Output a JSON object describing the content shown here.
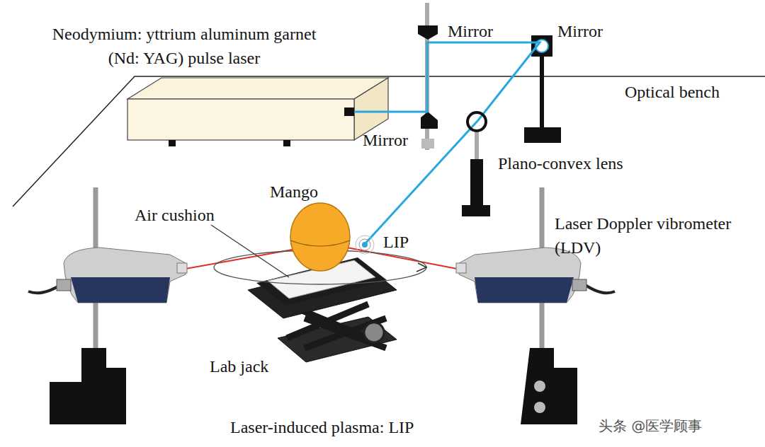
{
  "diagram": {
    "caption": "Laser-induced plasma: LIP",
    "labels": [
      "Neodymium: yttrium aluminum garnet (Nd: YAG) pulse laser",
      "Mirror",
      "Mirror",
      "Optical bench",
      "Mirror",
      "Plano-convex lens",
      "Mango",
      "Air cushion",
      "LIP",
      "Laser Doppler vibrometer (LDV)",
      "Lab jack",
      "头条 @医学顾事"
    ]
  }
}
